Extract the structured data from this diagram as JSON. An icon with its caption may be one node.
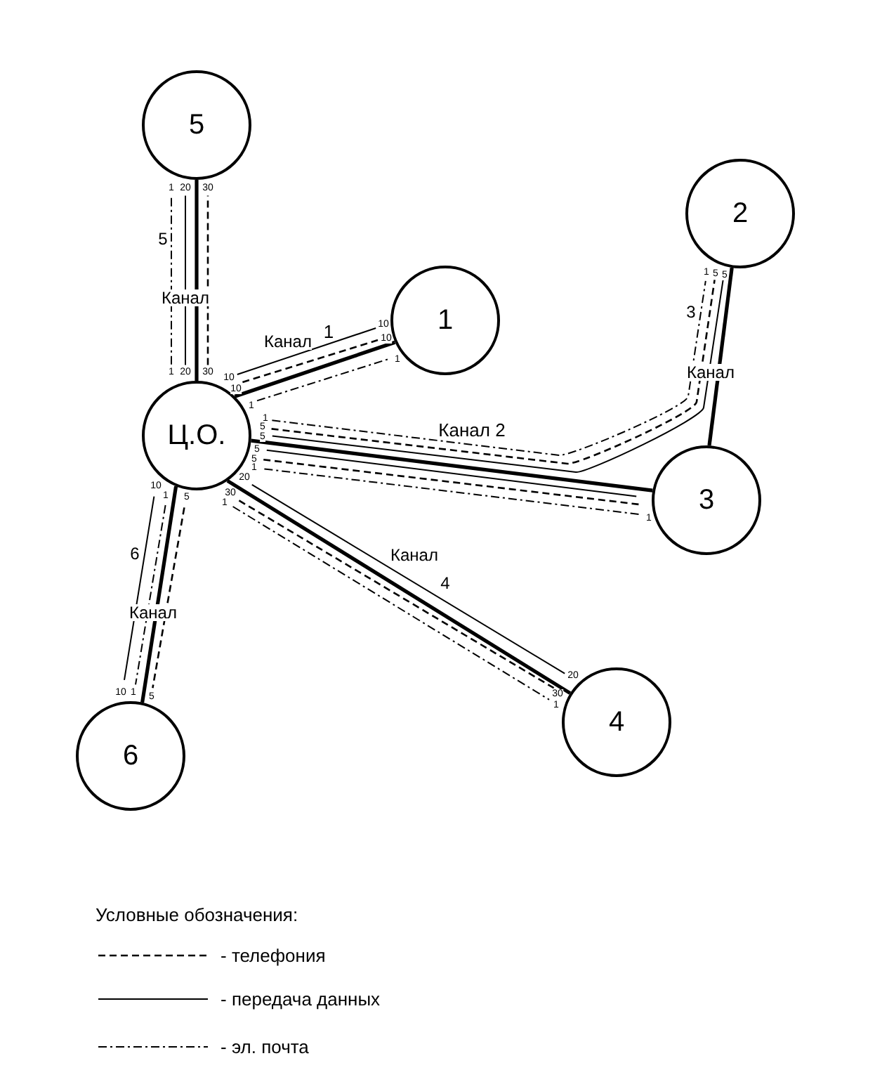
{
  "diagram": {
    "nodes": [
      {
        "text": [
          "5"
        ]
      },
      {
        "text": [
          "2"
        ]
      },
      {
        "text": [
          "1"
        ]
      },
      {
        "text": [
          "Ц.О."
        ]
      },
      {
        "text": [
          "3"
        ]
      },
      {
        "text": [
          "4"
        ]
      },
      {
        "text": [
          "6"
        ]
      }
    ],
    "edges": [
      {
        "from": 3,
        "to": 0,
        "arrow": "none",
        "style": "thick"
      },
      {
        "from": 3,
        "to": 0,
        "arrow": "none",
        "style": "dashed"
      },
      {
        "from": 3,
        "to": 0,
        "arrow": "none"
      },
      {
        "from": 3,
        "to": 0,
        "arrow": "none",
        "style": "dashed"
      },
      {
        "from": 3,
        "to": 2,
        "arrow": "none"
      },
      {
        "from": 3,
        "to": 2,
        "arrow": "none",
        "style": "dashed"
      },
      {
        "from": 3,
        "to": 2,
        "arrow": "none",
        "style": "thick"
      },
      {
        "from": 3,
        "to": 2,
        "arrow": "none",
        "style": "dashed"
      },
      {
        "from": 4,
        "to": 1,
        "arrow": "none",
        "style": "thick"
      },
      {
        "from": 3,
        "to": 1,
        "arrow": "none",
        "style": "dashed"
      },
      {
        "from": 3,
        "to": 1,
        "arrow": "none",
        "style": "dashed"
      },
      {
        "from": 3,
        "to": 1,
        "arrow": "none"
      },
      {
        "from": 3,
        "to": 4,
        "arrow": "none",
        "style": "thick"
      },
      {
        "from": 3,
        "to": 4,
        "arrow": "none"
      },
      {
        "from": 3,
        "to": 4,
        "arrow": "none",
        "style": "dashed"
      },
      {
        "from": 3,
        "to": 4,
        "arrow": "none",
        "style": "dashed"
      },
      {
        "from": 3,
        "to": 5,
        "arrow": "none"
      },
      {
        "from": 3,
        "to": 5,
        "arrow": "none",
        "style": "thick"
      },
      {
        "from": 3,
        "to": 5,
        "arrow": "none",
        "style": "dashed"
      },
      {
        "from": 3,
        "to": 5,
        "arrow": "none",
        "style": "dashed"
      },
      {
        "from": 3,
        "to": 6,
        "arrow": "none"
      },
      {
        "from": 3,
        "to": 6,
        "arrow": "none",
        "style": "dashed"
      },
      {
        "from": 3,
        "to": 6,
        "arrow": "none",
        "style": "thick"
      },
      {
        "from": 3,
        "to": 6,
        "arrow": "none",
        "style": "dashed"
      }
    ],
    "labels": [
      "1",
      "20",
      "30",
      "5",
      "1",
      "5",
      "5",
      "Канал",
      "3",
      "10",
      "1",
      "10",
      "Канал",
      "1",
      "Канал",
      "1",
      "20",
      "30",
      "10",
      "10",
      "1",
      "1",
      "5",
      "Канал 2",
      "5",
      "5",
      "5",
      "1",
      "20",
      "10",
      "1",
      "5",
      "30",
      "1",
      "1",
      "6",
      "Канал",
      "4",
      "Канал",
      "20",
      "10",
      "1",
      "5",
      "30",
      "1",
      "Условные обозначения:"
    ],
    "legend": [
      {
        "text": "- телефония"
      },
      {
        "text": "- передача данных"
      },
      {
        "text": "- эл. почта"
      }
    ]
  }
}
